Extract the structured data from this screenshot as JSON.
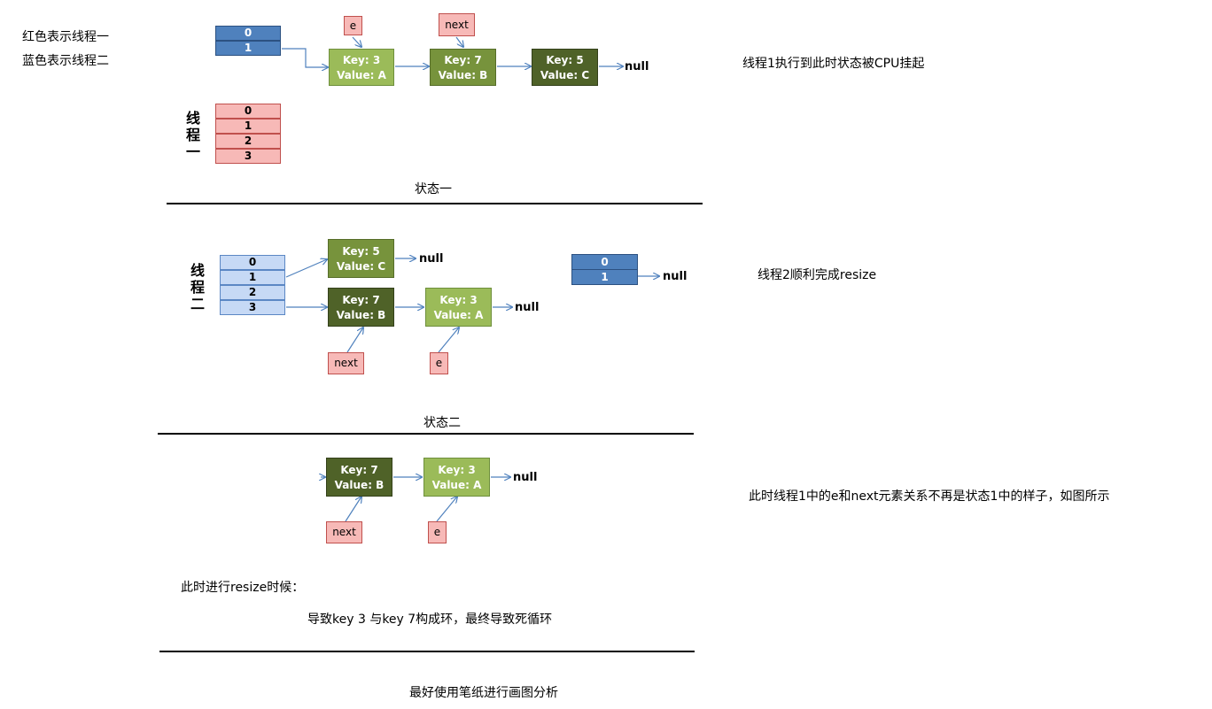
{
  "legend": {
    "line1": "红色表示线程一",
    "line2": "蓝色表示线程二"
  },
  "state1": {
    "table_blue": [
      "0",
      "1"
    ],
    "thread_label": "线程一",
    "table_red": [
      "0",
      "1",
      "2",
      "3"
    ],
    "nodes": [
      {
        "key": "Key: 3",
        "value": "Value: A"
      },
      {
        "key": "Key: 7",
        "value": "Value: B"
      },
      {
        "key": "Key: 5",
        "value": "Value: C"
      }
    ],
    "null": "null",
    "ptr_e": "e",
    "ptr_next": "next",
    "caption": "状态一",
    "note": "线程1执行到此时状态被CPU挂起"
  },
  "state2": {
    "thread_label": "线程二",
    "table": [
      "0",
      "1",
      "2",
      "3"
    ],
    "nodes": [
      {
        "key": "Key: 5",
        "value": "Value: C"
      },
      {
        "key": "Key: 7",
        "value": "Value: B"
      },
      {
        "key": "Key: 3",
        "value": "Value: A"
      }
    ],
    "null": "null",
    "ptr_next": "next",
    "ptr_e": "e",
    "old_table": [
      "0",
      "1"
    ],
    "caption": "状态二",
    "note": "线程2顺利完成resize"
  },
  "state3": {
    "nodes": [
      {
        "key": "Key: 7",
        "value": "Value: B"
      },
      {
        "key": "Key: 3",
        "value": "Value: A"
      }
    ],
    "null": "null",
    "ptr_next": "next",
    "ptr_e": "e",
    "note": "此时线程1中的e和next元素关系不再是状态1中的样子，如图所示",
    "resize_text": "此时进行resize时候：",
    "result_text": "导致key 3 与key 7构成环，最终导致死循环"
  },
  "footer": "最好使用笔纸进行画图分析",
  "colors": {
    "node_light": "#9bbb59",
    "node_mid": "#77933c",
    "node_dark": "#4f6228",
    "pointer_pink": "#f7b9b7",
    "table_blue": "#4f81bd",
    "table_light_blue": "#c6d9f5",
    "arrow": "#4f81bd"
  }
}
